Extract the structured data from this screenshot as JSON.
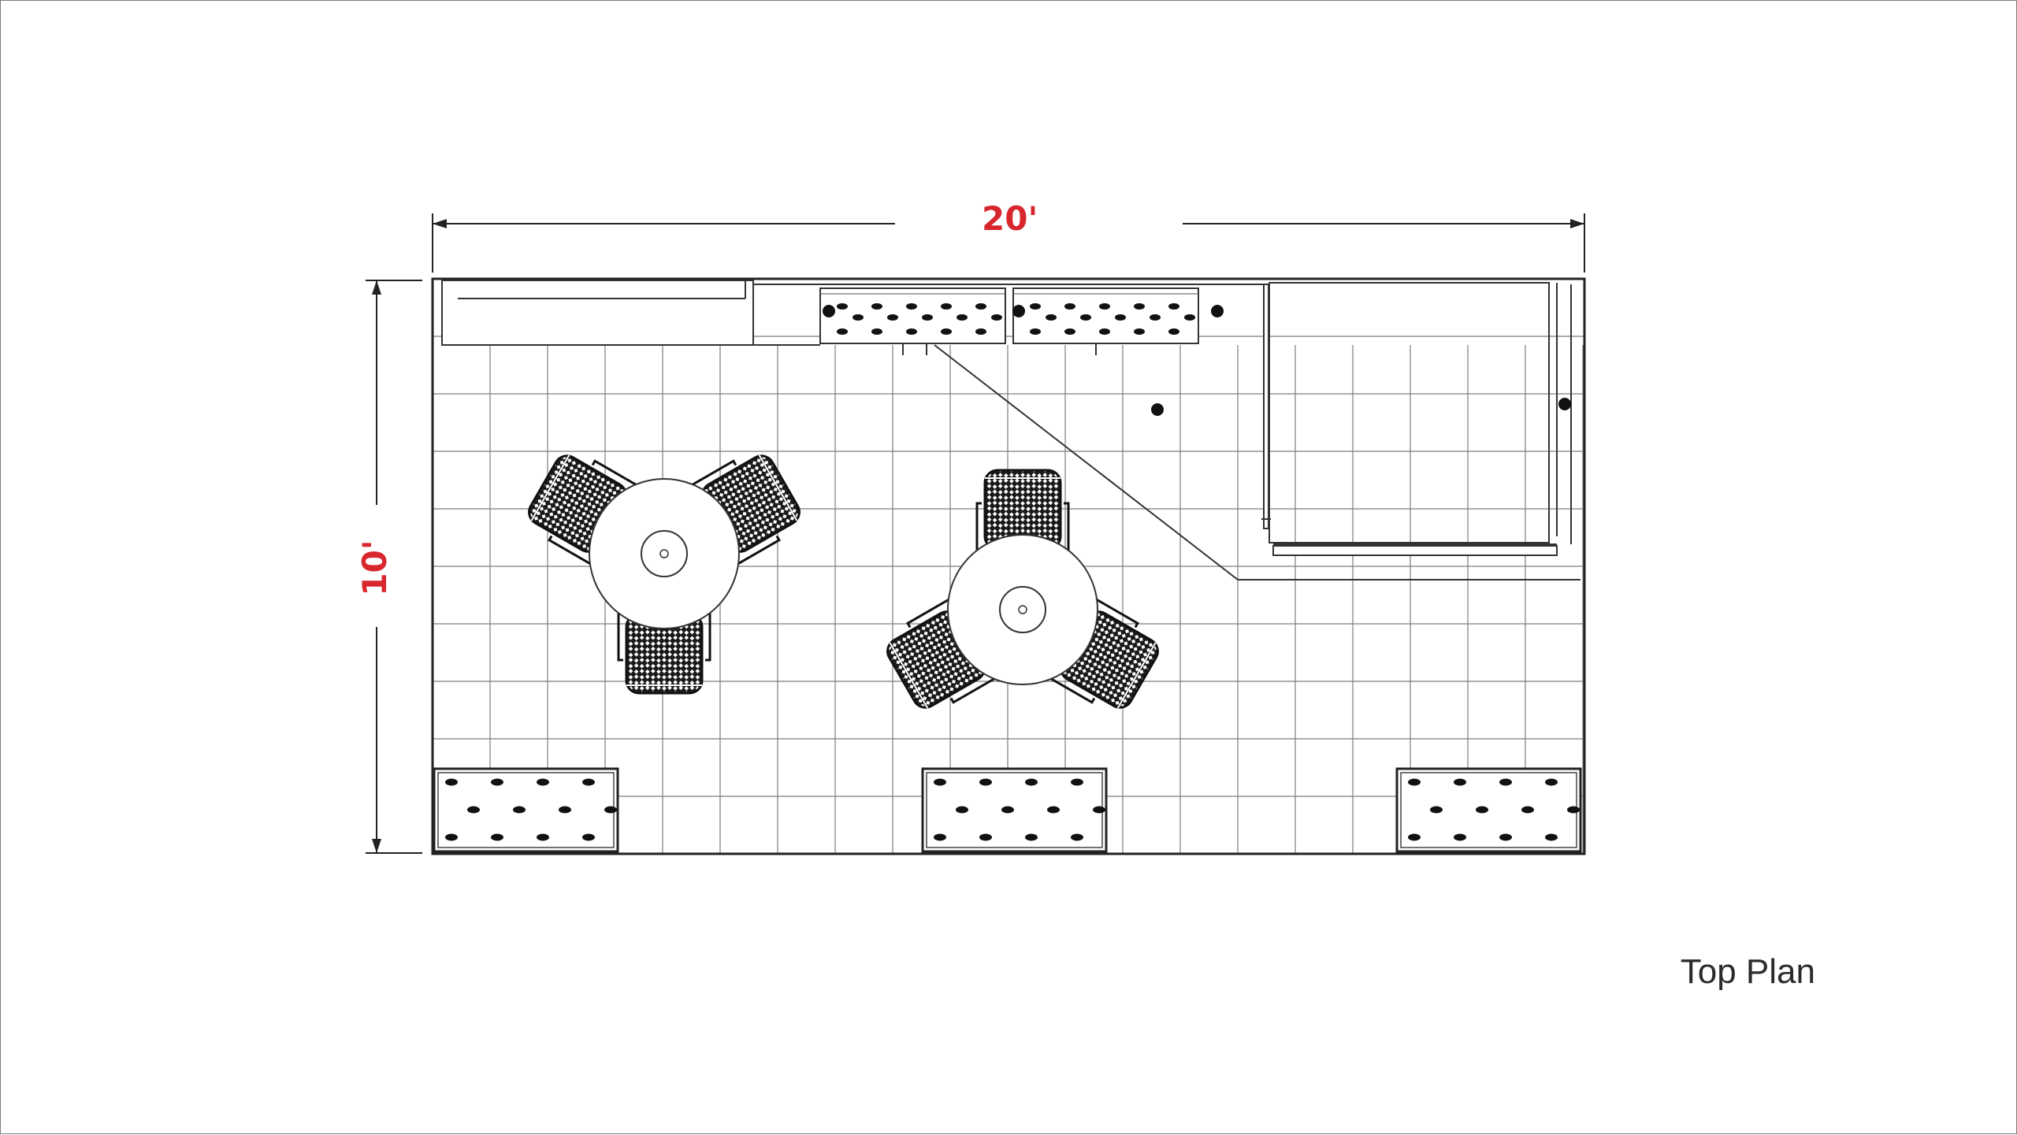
{
  "diagram": {
    "caption": "Top Plan",
    "width_dimension": "20'",
    "depth_dimension": "10'",
    "colors": {
      "line": "#222222",
      "grid": "#7d7d7d",
      "dimension_text": "#d8262d",
      "caption_text": "#2b2b2b"
    },
    "furniture": {
      "table_groups": 2,
      "chairs_per_table": 3,
      "planters_back": 2,
      "planters_front": 3
    }
  }
}
